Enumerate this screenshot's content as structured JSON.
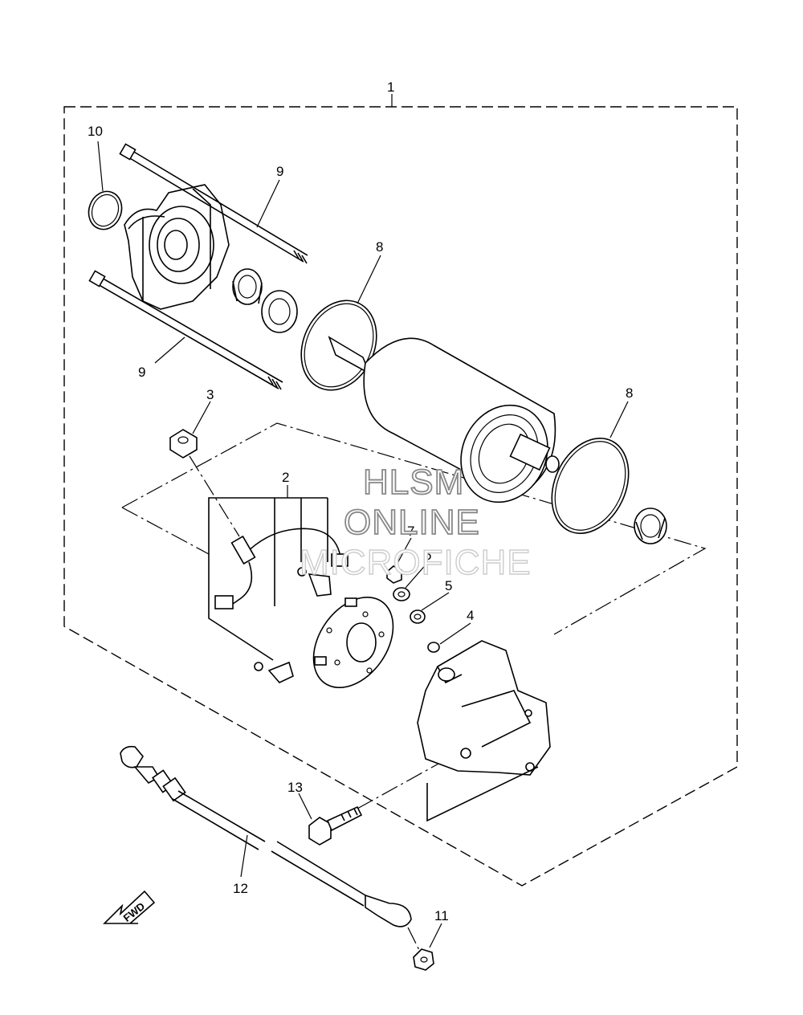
{
  "callouts": [
    {
      "id": "1",
      "label": "1"
    },
    {
      "id": "2",
      "label": "2"
    },
    {
      "id": "3",
      "label": "3"
    },
    {
      "id": "4",
      "label": "4"
    },
    {
      "id": "5",
      "label": "5"
    },
    {
      "id": "6",
      "label": "6"
    },
    {
      "id": "7",
      "label": "7"
    },
    {
      "id": "8a",
      "label": "8"
    },
    {
      "id": "8b",
      "label": "8"
    },
    {
      "id": "9a",
      "label": "9"
    },
    {
      "id": "9b",
      "label": "9"
    },
    {
      "id": "10",
      "label": "10"
    },
    {
      "id": "11",
      "label": "11"
    },
    {
      "id": "12",
      "label": "12"
    },
    {
      "id": "13",
      "label": "13"
    }
  ],
  "watermark": {
    "line1": "HLSM",
    "line2": "ONLINE",
    "line3": "MICROFICHE"
  },
  "direction_arrow": {
    "label": "FWD"
  }
}
